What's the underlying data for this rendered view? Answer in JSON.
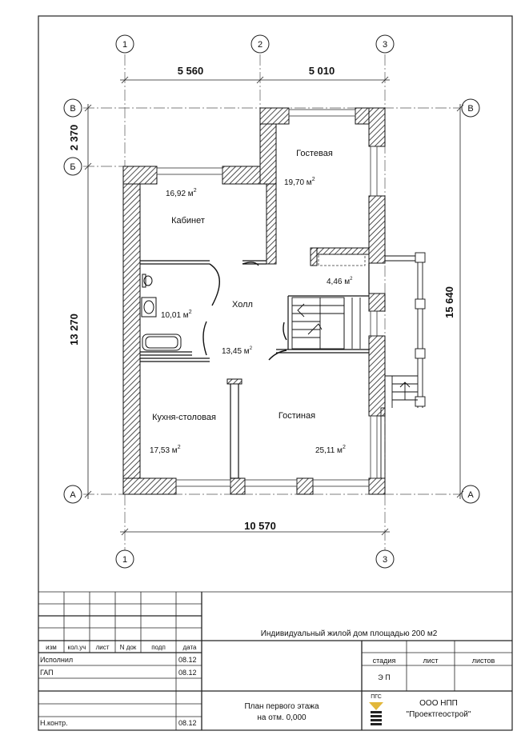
{
  "axes": {
    "col1": "1",
    "col2": "2",
    "col3": "3",
    "rowA": "А",
    "rowB": "Б",
    "rowV": "В"
  },
  "dimensions": {
    "top_left": "5 560",
    "top_right": "5 010",
    "left_top": "2 370",
    "left_main": "13 270",
    "right_total": "15 640",
    "bottom": "10 570"
  },
  "rooms": {
    "gostevaya": {
      "name": "Гостевая",
      "area": "19,70 м",
      "sup": "2"
    },
    "kabinet": {
      "name": "Кабинет",
      "area": "16,92 м",
      "sup": "2"
    },
    "bath": {
      "area": "10,01 м",
      "sup": "2"
    },
    "holl": {
      "name": "Холл",
      "area": "13,45 м",
      "sup": "2"
    },
    "lift": {
      "area": "4,46 м",
      "sup": "2"
    },
    "kuhnya": {
      "name": "Кухня-столовая",
      "area": "17,53 м",
      "sup": "2"
    },
    "gostinaya": {
      "name": "Гостиная",
      "area": "25,11 м",
      "sup": "2"
    }
  },
  "stamp": {
    "project_title": "Индивидуальный  жилой  дом  площадью 200 м2",
    "headers": {
      "izm": "изм",
      "kol": "кол.уч",
      "list": "лист",
      "ndok": "N док",
      "podp": "подп",
      "data": "дата"
    },
    "rows": [
      {
        "role": "Исполнил",
        "date": "08.12"
      },
      {
        "role": "ГАП",
        "date": "08.12"
      },
      {
        "role": "Н.контр.",
        "date": "08.12"
      }
    ],
    "stage_headers": {
      "stadiya": "стадия",
      "list": "лист",
      "listov": "листов"
    },
    "stage_value": "Э П",
    "sheet_title_1": "План  первого  этажа",
    "sheet_title_2": "на  отм. 0,000",
    "logo_text": "ПГС",
    "company_1": "ООО  НПП",
    "company_2": "\"Проектгеострой\""
  }
}
